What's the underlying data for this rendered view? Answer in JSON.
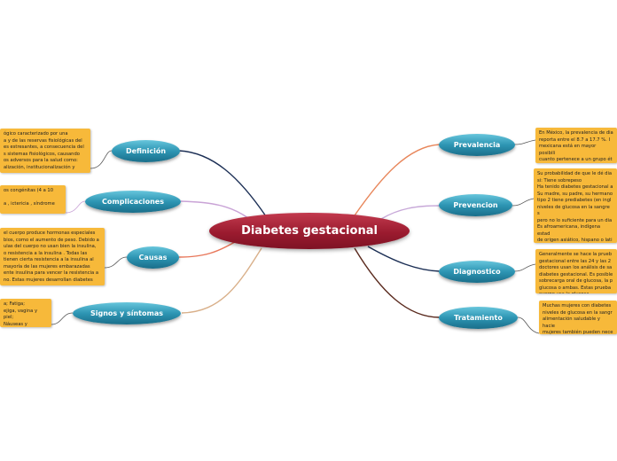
{
  "central": {
    "label": "Diabetes gestacional"
  },
  "topics": {
    "definicion": "Definición",
    "complicaciones": "Complicaciones",
    "causas": "Causas",
    "signos": "Signos y síntomas",
    "prevalencia": "Prevalencia",
    "prevencion": "Prevencion",
    "diagnostico": "Diagnostico",
    "tratamiento": "Tratamiento"
  },
  "notes": {
    "definicion": "ógico caracterizado por una\na y de las reservas fisiológicas del\nes estresantes, a consecuencia del\ns sistemas fisiológicos, causando\nos adversos para la salud como:\nalización, institucionalización y",
    "complicaciones": "os congénitas (4 a 10\n\na , ictericia , síndrome",
    "causas": "el cuerpo produce hormonas especiales\nbios, como el aumento de peso. Debido a\nulas del cuerpo no usan bien la insulina,\no resistencia a la insulina . Todas las\n tienen cierta resistencia a la insulina al\n mayoría de las mujeres embarazadas\nente insulina para vencer la resistencia a\n no. Estas mujeres desarrollan diabetes",
    "signos": "a; Fatiga;\nejiga, vagina y piel;\n Náuseas y\nmento del apetito.",
    "prevalencia": "En México, la prevalencia de dia\nreporta entre el 8.7 a 17.7 %. I\nmexicana está en mayor posibili\ncuanto pertenece a un grupo ét\nde alto riesgo.",
    "prevencion": "Su probabilidad de que le dé dia\nsi: Tiene sobrepeso\nHa tenido diabetes gestacional a\nSu madre, su padre, su hermano\ntipo 2 tiene prediabetes (en ingl\nniveles de glucosa en la sangre s\npero no lo suficiente para un dia\nEs afroamericana, indígena estad\nde origen asiático, hispano o lati\nPacífico\nTiene un trastorno hormonal llan\npoliquístico",
    "diagnostico": "Generalmente se hace la prueb\ngestacional entre las 24 y las 2\ndoctores usan los análisis de sa\ndiabetes gestacional. Es posible\nsobrecarga oral de glucosa, la p\nglucosa o ambas. Estas prueba\ncuerpo usa la glucosa.",
    "tratamiento": "Muchas mujeres con diabetes\nniveles de glucosa en la sangr\nalimentación saludable y hacie\nmujeres también pueden nece\ndiabetes."
  },
  "colors": {
    "central": "#9b1b2f",
    "topic": "#2d95b3",
    "note": "#f7b93a",
    "link_definicion": "#1c2f55",
    "link_complicaciones": "#c9a3d6",
    "link_causas": "#e8775a",
    "link_signos": "#d9b08a",
    "link_prevalencia": "#e8865a",
    "link_prevencion": "#c7a8d8",
    "link_diagnostico": "#1c2f55",
    "link_tratamiento": "#5a2a1e"
  }
}
